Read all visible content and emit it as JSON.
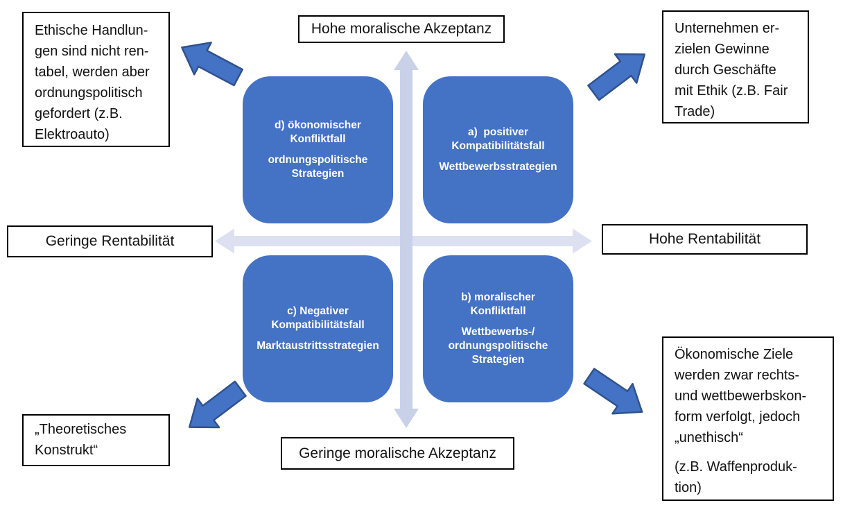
{
  "diagram": {
    "type": "quadrant-matrix",
    "language": "de"
  },
  "colors": {
    "quadrant_fill": "#4472C4",
    "quadrant_text": "#FFFFFF",
    "arrow_fill": "#4472C4",
    "arrow_stroke": "#2F528F",
    "axis_horizontal": "#DCE0F0",
    "axis_vertical": "#C9D1E9",
    "note_border": "#000000",
    "background": "#FFFFFF"
  },
  "axes": {
    "top_label": "Hohe moralische Akzeptanz",
    "bottom_label": "Geringe moralische Akzeptanz",
    "left_label": "Geringe Rentabilität",
    "right_label": "Hohe Rentabilität"
  },
  "quadrants": {
    "d": {
      "case_lines": [
        "d) ökonomischer",
        "Konfliktfall"
      ],
      "strategy_lines": [
        "ordnungspolitische",
        "Strategien"
      ]
    },
    "a": {
      "case_lines": [
        "a)  positiver",
        "Kompatibilitätsfall"
      ],
      "strategy_lines": [
        "Wettbewerbsstrategien"
      ]
    },
    "c": {
      "case_lines": [
        "c) Negativer",
        "Kompatibilitätsfall"
      ],
      "strategy_lines": [
        "Marktaustrittsstrategien"
      ]
    },
    "b": {
      "case_lines": [
        "b) moralischer",
        "Konfliktfall"
      ],
      "strategy_lines": [
        "Wettbewerbs-/",
        "ordnungspolitische",
        "Strategien"
      ]
    }
  },
  "notes": {
    "top_left_lines": [
      "Ethische Handlun-",
      "gen sind nicht ren-",
      "tabel, werden aber",
      "ordnungspolitisch",
      "gefordert (z.B.",
      "Elektroauto)"
    ],
    "top_right_lines": [
      "Unternehmen er-",
      "zielen Gewinne",
      "durch Geschäfte",
      "mit Ethik (z.B. Fair",
      "Trade)"
    ],
    "bottom_left_lines": [
      "„Theoretisches",
      "Konstrukt“"
    ],
    "bottom_right_p1_lines": [
      "Ökonomische Ziele",
      "werden zwar rechts-",
      "und wettbewerbskon-",
      "form verfolgt, jedoch",
      "„unethisch“"
    ],
    "bottom_right_p2_lines": [
      "(z.B. Waffenproduk-",
      "tion)"
    ]
  }
}
